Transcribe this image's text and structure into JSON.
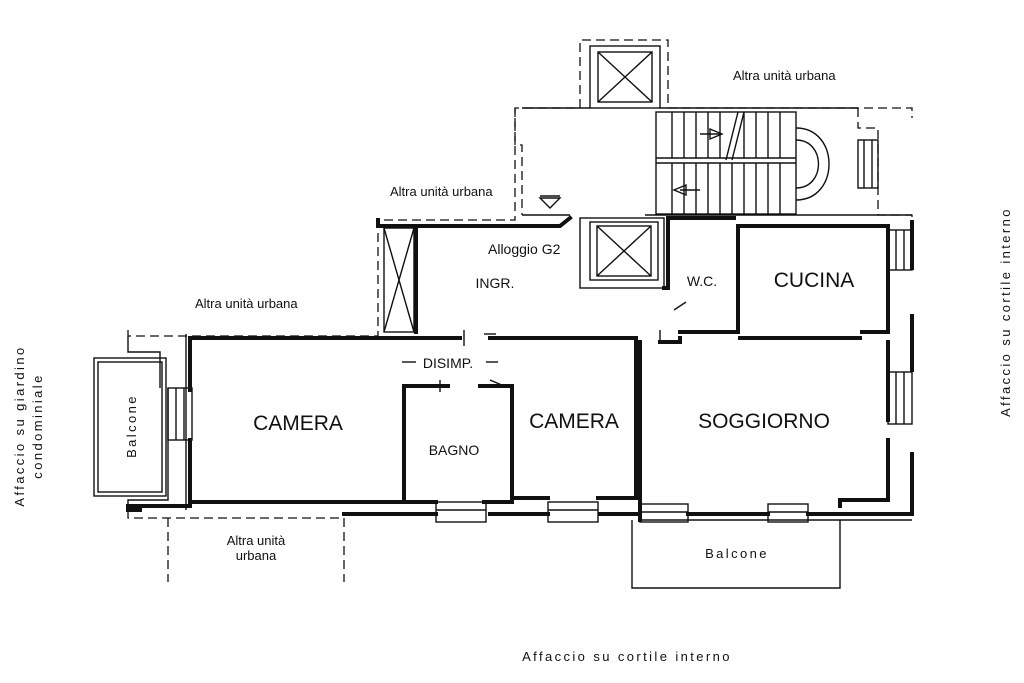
{
  "plan": {
    "apartment_label": "Alloggio G2",
    "rooms": {
      "camera_left": "CAMERA",
      "camera_mid": "CAMERA",
      "soggiorno": "SOGGIORNO",
      "cucina": "CUCINA",
      "bagno": "BAGNO",
      "wc": "W.C.",
      "ingresso": "INGR.",
      "disimpegno": "DISIMP."
    },
    "balconies": {
      "left": "Balcone",
      "bottom": "Balcone"
    },
    "neighbors": {
      "top_right": "Altra unità urbana",
      "top_left": "Altra unità urbana",
      "left": "Altra unità urbana",
      "bottom_line1": "Altra unità",
      "bottom_line2": "urbana"
    },
    "facings": {
      "left_line1": "Affaccio su giardino",
      "left_line2": "condominiale",
      "right": "Affaccio su cortile interno",
      "bottom": "Affaccio su cortile interno"
    }
  }
}
